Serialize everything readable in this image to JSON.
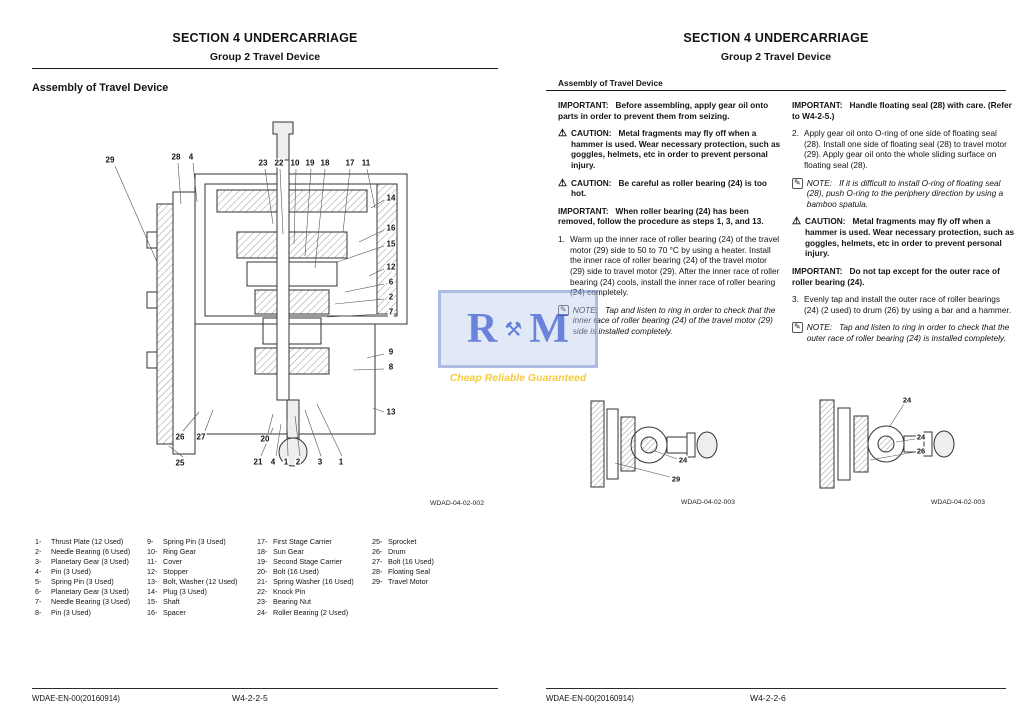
{
  "icons": {
    "caution": "⚠",
    "note": "✎",
    "watermark_tools": "⚒"
  },
  "watermark": {
    "letter_r": "R",
    "letter_m": "M",
    "tagline": "Cheap Reliable Guaranteed"
  },
  "left_page": {
    "header": {
      "title": "SECTION 4 UNDERCARRIAGE",
      "subtitle": "Group 2 Travel Device"
    },
    "heading": "Assembly of Travel Device",
    "figure": {
      "code": "WDAD-04-02-002",
      "callouts": [
        "29",
        "28",
        "4",
        "23",
        "22",
        "10",
        "19",
        "18",
        "17",
        "11",
        "14",
        "16",
        "15",
        "12",
        "6",
        "2",
        "7",
        "9",
        "8",
        "13",
        "26",
        "27",
        "20",
        "25",
        "21",
        "4",
        "1",
        "2",
        "3",
        "1"
      ]
    },
    "parts_columns": [
      [
        {
          "n": "1-",
          "t": "Thrust Plate (12 Used)"
        },
        {
          "n": "2-",
          "t": "Needle Bearing (6 Used)"
        },
        {
          "n": "3-",
          "t": "Planetary Gear (3 Used)"
        },
        {
          "n": "4-",
          "t": "Pin (3 Used)"
        },
        {
          "n": "5-",
          "t": "Spring Pin (3 Used)"
        },
        {
          "n": "6-",
          "t": "Planetary Gear (3 Used)"
        },
        {
          "n": "7-",
          "t": "Needle Bearing (3 Used)"
        },
        {
          "n": "8-",
          "t": "Pin (3 Used)"
        }
      ],
      [
        {
          "n": "9-",
          "t": "Spring Pin (3 Used)"
        },
        {
          "n": "10-",
          "t": "Ring Gear"
        },
        {
          "n": "11-",
          "t": "Cover"
        },
        {
          "n": "12-",
          "t": "Stopper"
        },
        {
          "n": "13-",
          "t": "Bolt, Washer (12 Used)"
        },
        {
          "n": "14-",
          "t": "Plug (3 Used)"
        },
        {
          "n": "15-",
          "t": "Shaft"
        },
        {
          "n": "16-",
          "t": "Spacer"
        }
      ],
      [
        {
          "n": "17-",
          "t": "First Stage Carrier"
        },
        {
          "n": "18-",
          "t": "Sun Gear"
        },
        {
          "n": "19-",
          "t": "Second Stage Carrier"
        },
        {
          "n": "20-",
          "t": "Bolt (16 Used)"
        },
        {
          "n": "21-",
          "t": "Spring Washer (16 Used)"
        },
        {
          "n": "22-",
          "t": "Knock Pin"
        },
        {
          "n": "23-",
          "t": "Bearing Nut"
        },
        {
          "n": "24-",
          "t": "Roller Bearing (2 Used)"
        }
      ],
      [
        {
          "n": "25-",
          "t": "Sprocket"
        },
        {
          "n": "26-",
          "t": "Drum"
        },
        {
          "n": "27-",
          "t": "Bolt (16 Used)"
        },
        {
          "n": "28-",
          "t": "Floating Seal"
        },
        {
          "n": "29-",
          "t": "Travel Motor"
        }
      ]
    ],
    "footer": {
      "doc_code": "WDAE-EN-00(20160914)",
      "page_code": "W4-2-2-5"
    }
  },
  "right_page": {
    "header": {
      "title": "SECTION 4 UNDERCARRIAGE",
      "subtitle": "Group 2 Travel Device"
    },
    "running_head": "Assembly of Travel Device",
    "col_left": {
      "imp1": {
        "label": "IMPORTANT:",
        "text": "Before assembling, apply gear oil onto parts in order to prevent them from seizing."
      },
      "caut1": {
        "label": "CAUTION:",
        "text": "Metal fragments may fly off when a hammer is used. Wear necessary protection, such as goggles, helmets, etc in order to prevent personal injury."
      },
      "caut2": {
        "label": "CAUTION:",
        "text": "Be careful as roller bearing (24) is too hot."
      },
      "imp2": {
        "label": "IMPORTANT:",
        "text": "When roller bearing (24) has been removed, follow the procedure as steps 1, 3, and 13."
      },
      "step1": {
        "num": "1.",
        "text": "Warm up the inner race of roller bearing (24) of the travel motor (29) side to 50 to 70 °C by using a heater. Install the inner race of roller bearing (24) of the travel motor (29) side to travel motor (29). After the inner race of roller bearing (24) cools, install the inner race of roller bearing (24) completely."
      },
      "note1": {
        "label": "NOTE:",
        "text": "Tap and listen to ring in order to check that the inner race of roller bearing (24) of the travel motor (29) side is installed completely."
      }
    },
    "col_right": {
      "imp1": {
        "label": "IMPORTANT:",
        "text": "Handle floating seal (28) with care. (Refer to W4-2-5.)"
      },
      "step2": {
        "num": "2.",
        "text": "Apply gear oil onto O-ring of one side of floating seal (28). Install one side of floating seal (28) to travel motor (29). Apply gear oil onto the whole sliding surface on floating seal (28)."
      },
      "note2": {
        "label": "NOTE:",
        "text": "If it is difficult to install O-ring of floating seal (28), push O-ring to the periphery direction by using a bamboo spatula."
      },
      "caut1": {
        "label": "CAUTION:",
        "text": "Metal fragments may fly off when a hammer is used. Wear necessary protection, such as goggles, helmets, etc in order to prevent personal injury."
      },
      "imp2": {
        "label": "IMPORTANT:",
        "text": "Do not tap except for the outer race of roller bearing (24)."
      },
      "step3": {
        "num": "3.",
        "text": "Evenly tap and install the outer race of roller bearings (24) (2 used) to drum (26) by using a bar and a hammer."
      },
      "note3": {
        "label": "NOTE:",
        "text": "Tap and listen to ring in order to check that the outer race of roller bearing (24) is installed completely."
      }
    },
    "figures": [
      {
        "code": "WDAD-04-02-003",
        "callouts": [
          "24",
          "29"
        ]
      },
      {
        "code": "WDAD-04-02-003",
        "callouts": [
          "24",
          "24",
          "26"
        ]
      }
    ],
    "footer": {
      "doc_code": "WDAE-EN-00(20160914)",
      "page_code": "W4-2-2-6"
    }
  }
}
